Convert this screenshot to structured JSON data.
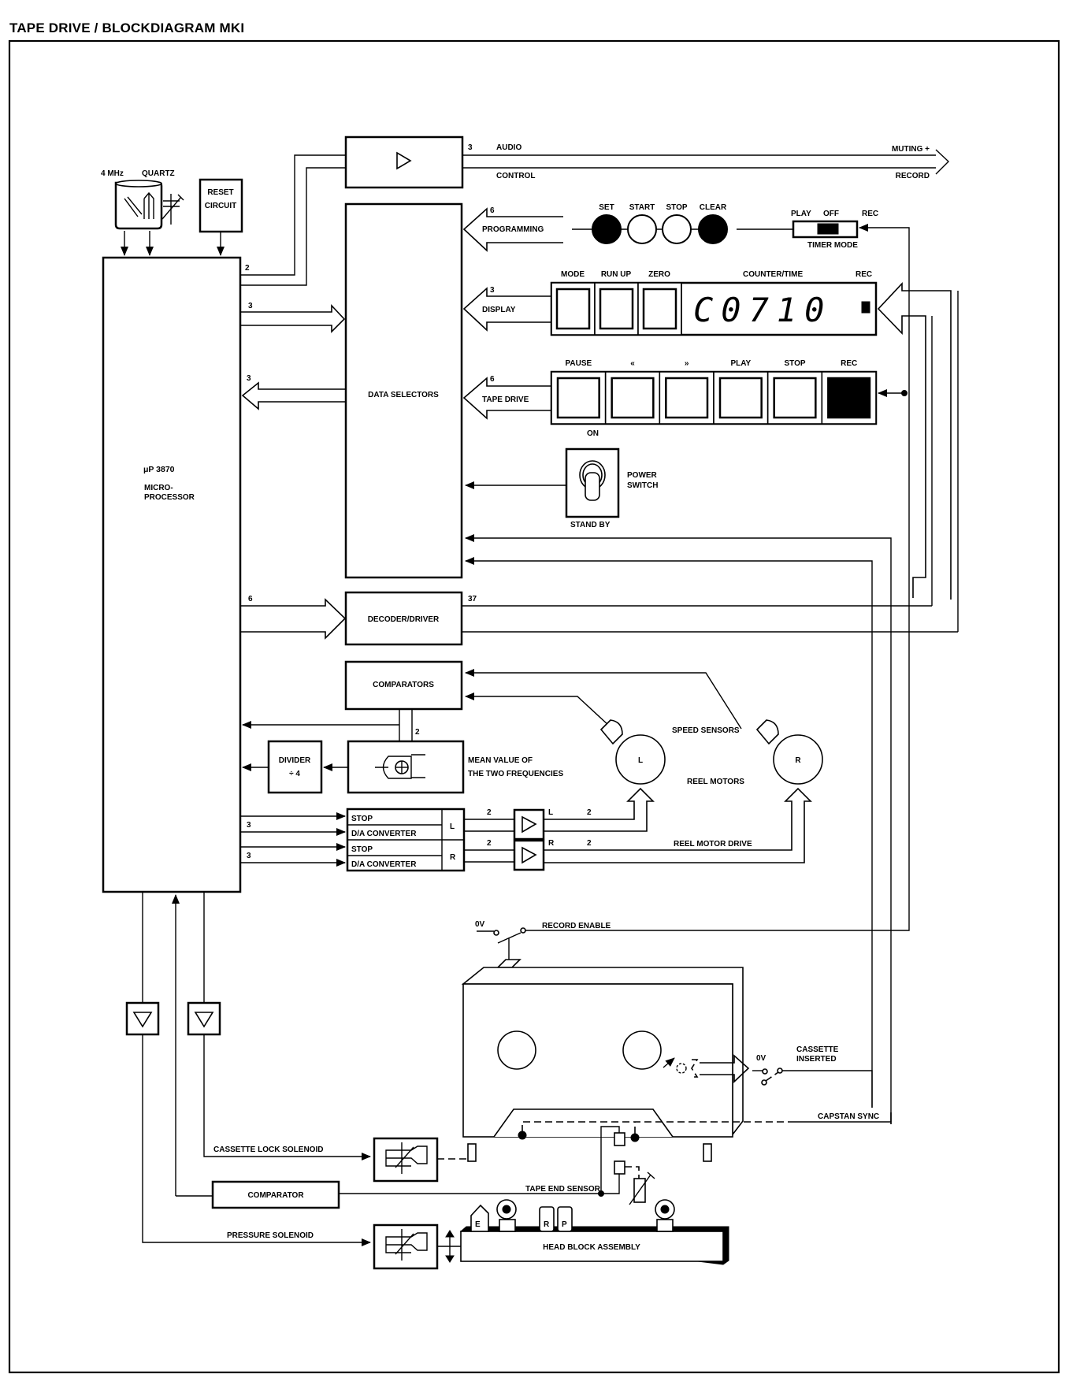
{
  "title": "TAPE DRIVE / BLOCKDIAGRAM MKI",
  "clock": {
    "freq_label": "4 MHz",
    "quartz_label": "QUARTZ"
  },
  "blocks": {
    "reset": [
      "RESET",
      "CIRCUIT"
    ],
    "microprocessor": {
      "part": "μP 3870",
      "line1": "MICRO-",
      "line2": "PROCESSOR"
    },
    "data_selectors": "DATA SELECTORS",
    "decoder_driver": "DECODER/DRIVER",
    "comparators": "COMPARATORS",
    "divider": [
      "DIVIDER",
      "÷ 4"
    ],
    "mean_value": [
      "MEAN VALUE OF",
      "THE TWO FREQUENCIES"
    ],
    "da_converter": {
      "stop": "STOP",
      "dac": "D/A CONVERTER",
      "left": "L",
      "right": "R"
    },
    "comparator": "COMPARATOR",
    "head_block": "HEAD BLOCK ASSEMBLY"
  },
  "bus_counts": {
    "mpu_to_amp": "2",
    "amp_out": "3",
    "mpu_to_selectors": "3",
    "selectors_to_mpu": "3",
    "programming": "6",
    "display": "3",
    "tape_drive": "6",
    "mpu_to_decoder": "6",
    "decoder_out": "37",
    "comparator_bus": "2",
    "dac_in_l": "3",
    "dac_in_r": "3",
    "amp_in_l": "2",
    "amp_in_r": "2",
    "motor_l": "2",
    "motor_r": "2"
  },
  "signals": {
    "audio": "AUDIO",
    "control": "CONTROL",
    "muting": "MUTING +",
    "record": "RECORD",
    "programming": "PROGRAMMING",
    "display": "DISPLAY",
    "tape_drive": "TAPE DRIVE",
    "speed_sensors": "SPEED SENSORS",
    "reel_motors": "REEL MOTORS",
    "reel_motor_drive": "REEL MOTOR DRIVE",
    "record_enable": "RECORD ENABLE",
    "zero_volt": "0V",
    "cassette_inserted": [
      "CASSETTE",
      "INSERTED"
    ],
    "capstan_sync": "CAPSTAN SYNC",
    "cassette_lock": "CASSETTE LOCK SOLENOID",
    "tape_end": "TAPE END SENSOR",
    "pressure": "PRESSURE SOLENOID",
    "amp_l": "L",
    "amp_r": "R"
  },
  "programming_buttons": [
    {
      "label": "SET",
      "filled": true
    },
    {
      "label": "START",
      "filled": false
    },
    {
      "label": "STOP",
      "filled": false
    },
    {
      "label": "CLEAR",
      "filled": true
    }
  ],
  "timer_mode": {
    "options": [
      "PLAY",
      "OFF",
      "REC"
    ],
    "selected": "OFF",
    "label": "TIMER MODE"
  },
  "display_panel": {
    "buttons": [
      "MODE",
      "RUN UP",
      "ZERO"
    ],
    "counter_label": "COUNTER/TIME",
    "rec_label": "REC",
    "counter_value": "C0710"
  },
  "transport_buttons": [
    {
      "label": "PAUSE",
      "active": false
    },
    {
      "label": "«",
      "active": false
    },
    {
      "label": "»",
      "active": false
    },
    {
      "label": "PLAY",
      "active": false
    },
    {
      "label": "STOP",
      "active": false
    },
    {
      "label": "REC",
      "active": true
    }
  ],
  "power_switch": {
    "on": "ON",
    "off": "STAND BY",
    "label": [
      "POWER",
      "SWITCH"
    ]
  },
  "reel_motors": [
    "L",
    "R"
  ],
  "heads": [
    "E",
    "R",
    "P"
  ]
}
